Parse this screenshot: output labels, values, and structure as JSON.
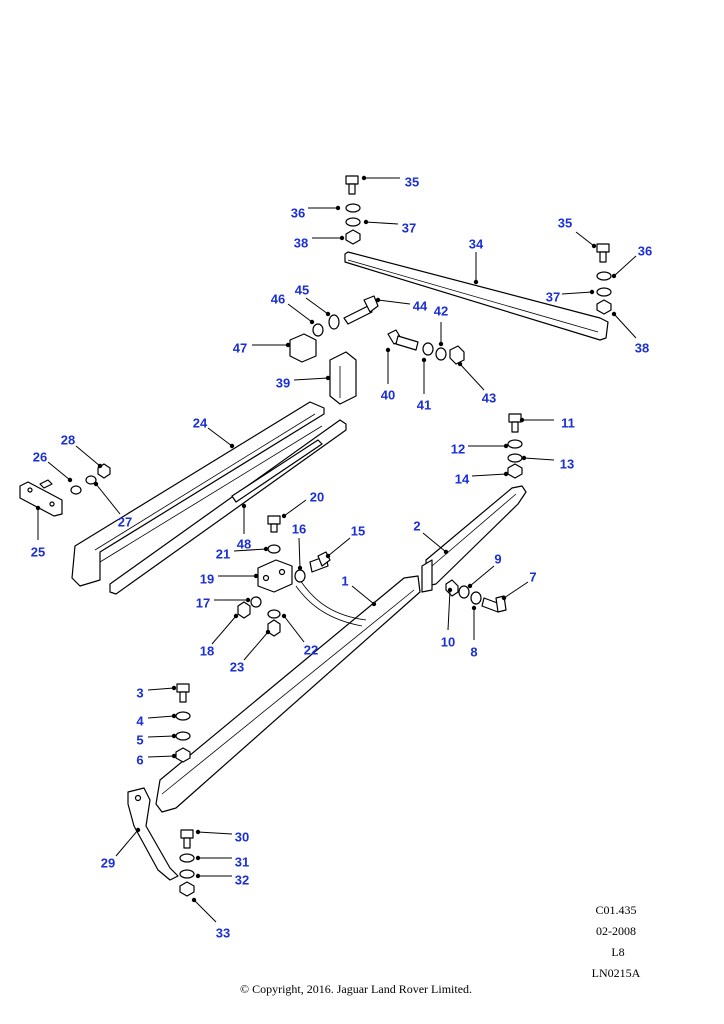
{
  "callouts": [
    {
      "label": "1"
    },
    {
      "label": "2"
    },
    {
      "label": "3"
    },
    {
      "label": "4"
    },
    {
      "label": "5"
    },
    {
      "label": "6"
    },
    {
      "label": "7"
    },
    {
      "label": "8"
    },
    {
      "label": "9"
    },
    {
      "label": "10"
    },
    {
      "label": "11"
    },
    {
      "label": "12"
    },
    {
      "label": "13"
    },
    {
      "label": "14"
    },
    {
      "label": "15"
    },
    {
      "label": "16"
    },
    {
      "label": "17"
    },
    {
      "label": "18"
    },
    {
      "label": "19"
    },
    {
      "label": "20"
    },
    {
      "label": "21"
    },
    {
      "label": "22"
    },
    {
      "label": "23"
    },
    {
      "label": "24"
    },
    {
      "label": "25"
    },
    {
      "label": "26"
    },
    {
      "label": "27"
    },
    {
      "label": "28"
    },
    {
      "label": "29"
    },
    {
      "label": "30"
    },
    {
      "label": "31"
    },
    {
      "label": "32"
    },
    {
      "label": "33"
    },
    {
      "label": "34"
    },
    {
      "label": "35"
    },
    {
      "label": "36"
    },
    {
      "label": "37"
    },
    {
      "label": "38"
    },
    {
      "label": "35"
    },
    {
      "label": "36"
    },
    {
      "label": "37"
    },
    {
      "label": "38"
    },
    {
      "label": "39"
    },
    {
      "label": "40"
    },
    {
      "label": "41"
    },
    {
      "label": "42"
    },
    {
      "label": "43"
    },
    {
      "label": "44"
    },
    {
      "label": "45"
    },
    {
      "label": "46"
    },
    {
      "label": "47"
    },
    {
      "label": "48"
    }
  ],
  "meta": {
    "code": "C01.435",
    "date": "02-2008",
    "level": "L8",
    "ref": "LN0215A"
  },
  "copyright": "© Copyright, 2016. Jaguar Land Rover Limited.",
  "colors": {
    "callout": "#1a2fd6",
    "line": "#000000",
    "background": "#ffffff"
  }
}
